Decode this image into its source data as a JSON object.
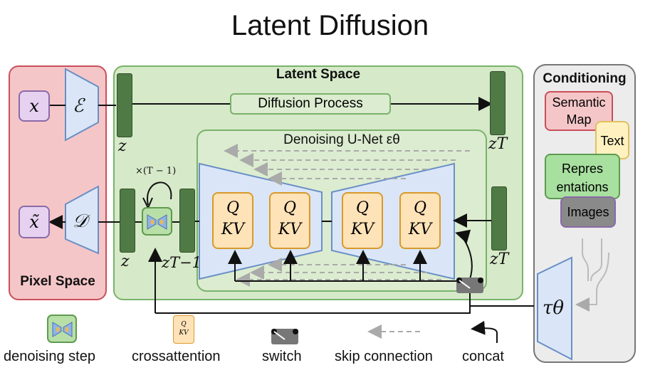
{
  "title": "Latent Diffusion",
  "panels": {
    "latent_space": "Latent Space",
    "pixel_space": "Pixel Space",
    "conditioning": "Conditioning"
  },
  "nodes": {
    "x": "x",
    "x_tilde": "x̃",
    "encoder": "ℰ",
    "decoder": "𝒟",
    "z_top": "z",
    "z_bottom": "z",
    "z_T_top": "zT",
    "z_T_bottom": "zT",
    "z_T_minus_1": "zT−1",
    "diffusion_process": "Diffusion Process",
    "unet_title": "Denoising U-Net εθ",
    "repeat": "×(T − 1)",
    "qkv_q": "Q",
    "qkv_kv": "KV",
    "tau": "τθ"
  },
  "conditioning_items": {
    "semantic_map": "Semantic Map",
    "text": "Text",
    "representations": "Repres entations",
    "images": "Images"
  },
  "legend": {
    "denoising_step": "denoising step",
    "crossattention": "crossattention",
    "switch": "switch",
    "skip_connection": "skip connection",
    "concat": "concat"
  },
  "colors": {
    "pixel_bg": "#f5c6c8",
    "latent_bg": "#d6e9c9",
    "trapezoid": "#dae6f7",
    "bar": "#4f7a45",
    "qkv_bg": "#ffe3b8",
    "skip_arrow": "#aaaaaa"
  }
}
